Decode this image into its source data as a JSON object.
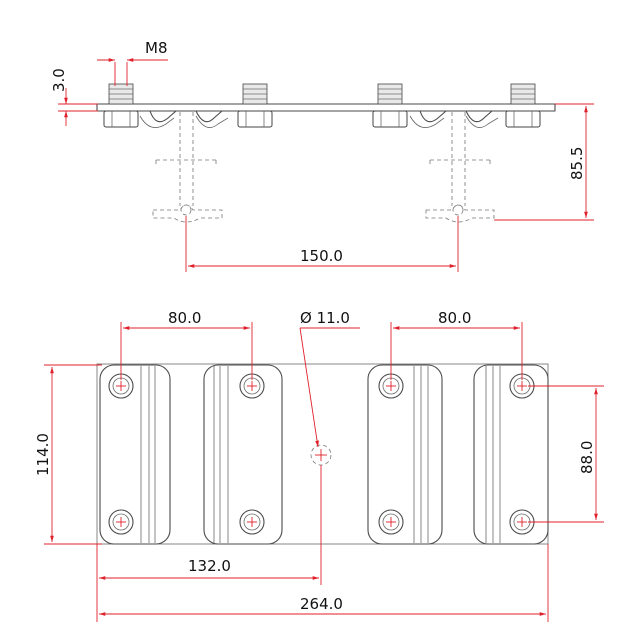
{
  "dimensions": {
    "thread": "M8",
    "plate_thickness": "3.0",
    "total_height": "85.5",
    "rail_spacing": "150.0",
    "hole_spacing_left": "80.0",
    "hole_diameter": "Ø 11.0",
    "hole_spacing_right": "80.0",
    "plate_width": "114.0",
    "hole_vertical_spacing": "88.0",
    "center_distance": "132.0",
    "total_length": "264.0"
  },
  "colors": {
    "dimension": "#e0202b",
    "object": "#4a4a4a"
  }
}
